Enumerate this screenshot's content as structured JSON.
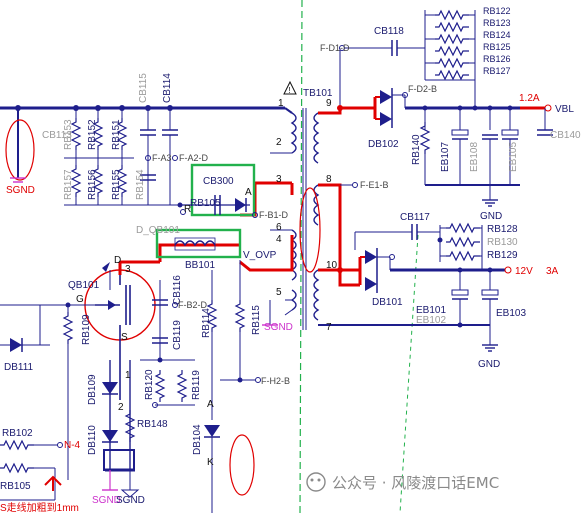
{
  "labels": {
    "cb118": "CB118",
    "rb122": "RB122",
    "rb123": "RB123",
    "rb124": "RB124",
    "rb125": "RB125",
    "rb126": "RB126",
    "rb127": "RB127",
    "fd1d": "F-D1-D",
    "fd2b": "F-D2-B",
    "tb101": "TB101",
    "db102": "DB102",
    "current1": "1.2A",
    "vbl": "VBL",
    "cb140": "CB140",
    "rb140": "RB140",
    "eb107": "EB107",
    "eb108": "EB108",
    "eb105": "EB105",
    "gnd1": "GND",
    "fe1b": "F-E1-B",
    "cb117": "CB117",
    "rb128": "RB128",
    "rb130": "RB130",
    "rb129": "RB129",
    "v12": "12V",
    "current2": "3A",
    "db101": "DB101",
    "eb101": "EB101",
    "eb102": "EB102",
    "eb103": "EB103",
    "gnd2": "GND",
    "cb115": "CB115",
    "cb114": "CB114",
    "cb113": "CB113",
    "rb152": "RB152",
    "rb151": "RB151",
    "rb153": "RB153",
    "rb157": "RB157",
    "rb156": "RB156",
    "rb155": "RB155",
    "rb154": "RB154",
    "fa3": "F-A3",
    "fa2d": "F-A2-D",
    "cb300": "CB300",
    "rb105b": "RB105",
    "fb1d": "F-B1-D",
    "dqb101": "D_QB101",
    "bb101": "BB101",
    "vovp": "V_OVP",
    "sgnd1": "SGND",
    "qb101": "QB101",
    "cb116": "CB116",
    "fb2d": "F-B2-D",
    "cb119": "CB119",
    "rb109": "RB109",
    "db111": "DB111",
    "db109": "DB109",
    "db110": "DB110",
    "rb120": "RB120",
    "rb119": "RB119",
    "rb148": "RB148",
    "rb114": "RB114",
    "rb115": "RB115",
    "fh2b": "F-H2-B",
    "db104": "DB104",
    "sgnd2": "SGND",
    "rb102": "RB102",
    "n4": "N-4",
    "rb105": "RB105",
    "sgnd3": "SGND",
    "sgnd4": "SGND",
    "note": "S走线加粗到1mm",
    "pinR": "R",
    "pinA": "A",
    "pinK": "K",
    "pinD": "D",
    "pinG": "G",
    "pinS": "S",
    "p1": "1",
    "p2": "2",
    "p3": "3",
    "p4": "4",
    "p5": "5",
    "p6": "6",
    "p7": "7",
    "p8": "8",
    "p9": "9",
    "p10": "10",
    "px1": "1",
    "px2": "2",
    "px3": "3",
    "watermark": "公众号 · 风陵渡口话EMC"
  },
  "colors": {
    "wire": "#1e1e8c",
    "highlight": "#e00000",
    "box": "#22b14c",
    "dashed": "#22b14c"
  }
}
